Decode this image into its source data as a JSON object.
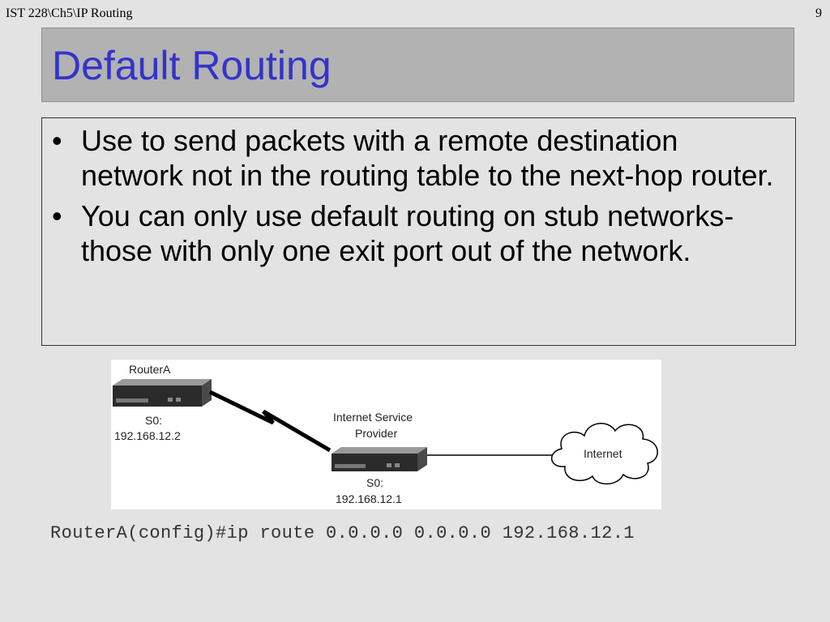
{
  "header": {
    "course_path": "IST 228\\Ch5\\IP Routing",
    "page_number": "9"
  },
  "title": "Default Routing",
  "bullets": [
    "Use to send packets with a remote destination network not in the routing table to the next-hop router.",
    "You can only use default routing on stub networks-those with only one exit port out of the network."
  ],
  "diagram": {
    "router_a_label": "RouterA",
    "router_a_port": "S0:",
    "router_a_ip": "192.168.12.2",
    "isp_label_line1": "Internet Service",
    "isp_label_line2": "Provider",
    "isp_port": "S0:",
    "isp_ip": "192.168.12.1",
    "cloud_label": "Internet"
  },
  "command": "RouterA(config)#ip route 0.0.0.0 0.0.0.0 192.168.12.1",
  "colors": {
    "title": "#3333cc",
    "background": "#e3e3e3",
    "title_bar": "#b2b2b2"
  }
}
